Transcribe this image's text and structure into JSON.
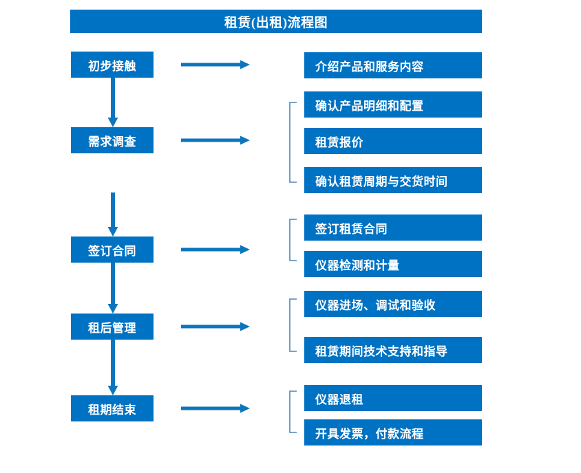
{
  "chart_data": {
    "type": "diagram",
    "diagram_type": "flowchart",
    "title": "租赁(出租)流程图",
    "orientation": "vertical-with-side-details",
    "stages": [
      {
        "id": "stage-1",
        "label": "初步接触",
        "details": [
          "介绍产品和服务内容"
        ],
        "has_bracket": false
      },
      {
        "id": "stage-2",
        "label": "需求调查",
        "details": [
          "确认产品明细和配置",
          "租赁报价",
          "确认租赁周期与交货时间"
        ],
        "has_bracket": true
      },
      {
        "id": "stage-3",
        "label": "签订合同",
        "details": [
          "签订租赁合同",
          "仪器检测和计量"
        ],
        "has_bracket": true
      },
      {
        "id": "stage-4",
        "label": "租后管理",
        "details": [
          "仪器进场、调试和验收",
          "租赁期间技术支持和指导"
        ],
        "has_bracket": true
      },
      {
        "id": "stage-5",
        "label": "租期结束",
        "details": [
          "仪器退租",
          "开具发票，付款流程"
        ],
        "has_bracket": true
      }
    ],
    "connectors": {
      "vertical_arrows": 4,
      "horizontal_arrows": 5
    },
    "colors": {
      "box_fill": "#0072C3",
      "box_text": "#FFFFFF",
      "arrow": "#0B76BE",
      "bracket": "#4A86B8",
      "background": "#FFFFFF"
    }
  },
  "title": {
    "text": "租赁(出租)流程图"
  },
  "stages": {
    "s1": {
      "label": "初步接触"
    },
    "s2": {
      "label": "需求调查"
    },
    "s3": {
      "label": "签订合同"
    },
    "s4": {
      "label": "租后管理"
    },
    "s5": {
      "label": "租期结束"
    }
  },
  "details": {
    "d1": {
      "text": "介绍产品和服务内容"
    },
    "d2": {
      "text": "确认产品明细和配置"
    },
    "d3": {
      "text": "租赁报价"
    },
    "d4": {
      "text": "确认租赁周期与交货时间"
    },
    "d5": {
      "text": "签订租赁合同"
    },
    "d6": {
      "text": "仪器检测和计量"
    },
    "d7": {
      "text": "仪器进场、调试和验收"
    },
    "d8": {
      "text": "租赁期间技术支持和指导"
    },
    "d9": {
      "text": "仪器退租"
    },
    "d10": {
      "text": "开具发票，付款流程"
    }
  }
}
